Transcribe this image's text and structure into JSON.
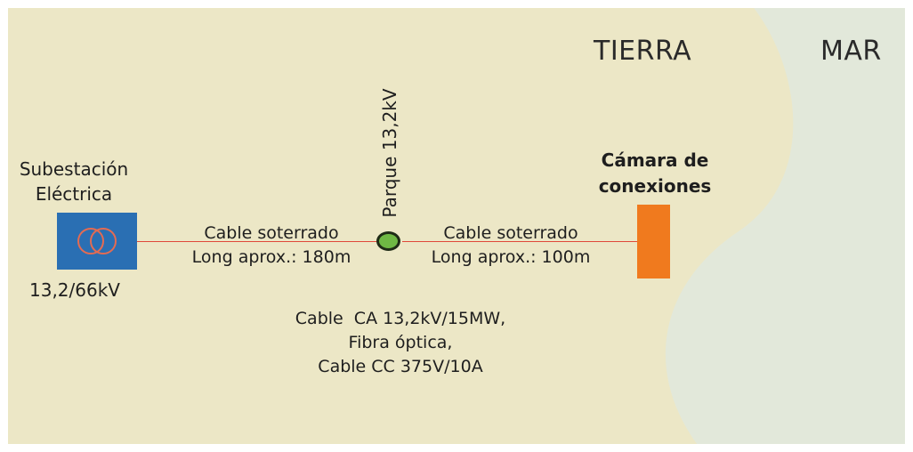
{
  "regions": {
    "land": "TIERRA",
    "sea": "MAR"
  },
  "substation": {
    "title": "Subestación\nEléctrica",
    "voltage": "13,2/66kV",
    "box_color": "#2a6fb3"
  },
  "park": {
    "label": "Parque 13,2kV",
    "node_color": "#6fb844"
  },
  "chamber": {
    "title": "Cámara de\nconexiones",
    "box_color": "#f07a1e"
  },
  "cable_left": {
    "label": "Cable soterrado\nLong aprox.: 180m"
  },
  "cable_right": {
    "label": "Cable soterrado\nLong aprox.: 100m"
  },
  "cable_specs": {
    "text": "Cable  CA 13,2kV/15MW,\nFibra óptica,\nCable CC 375V/10A"
  },
  "colors": {
    "land": "#ece7c6",
    "sea": "#e2e8da",
    "cable": "#e0483a"
  }
}
